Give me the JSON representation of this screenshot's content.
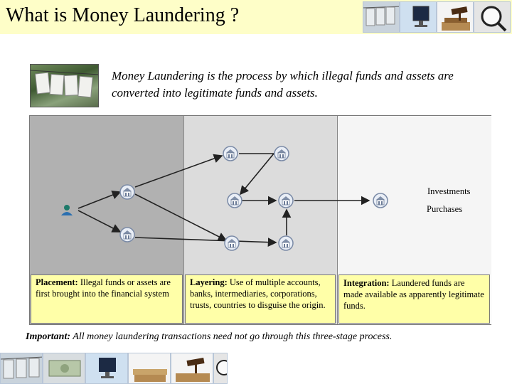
{
  "slide": {
    "title": "What is Money Laundering ?",
    "definition": "Money Laundering is the process by which illegal funds and assets are converted into legitimate funds and assets.",
    "note_prefix": "Important:",
    "note_text": " All money laundering transactions need not go through this three-stage process."
  },
  "stages": [
    {
      "name": "Placement:",
      "text": " Illegal funds or assets are first brought into the financial system"
    },
    {
      "name": "Layering:",
      "text": " Use of multiple accounts, banks, intermediaries, corporations, trusts, countries to disguise the origin."
    },
    {
      "name": "Integration:",
      "text": " Laundered funds are made available as apparently legitimate funds."
    }
  ],
  "outcomes": {
    "investments": "Investments",
    "purchases": "Purchases"
  },
  "colors": {
    "title_bg": "#fefec8",
    "stage_bg": "#ffffa8",
    "placement_panel": "#b1b1b1",
    "layering_panel": "#dcdcdc",
    "integration_panel": "#f5f5f5"
  },
  "icons": [
    "laundry-money-icon",
    "computer-monitor-icon",
    "gavel-icon",
    "magnifier-icon",
    "person-icon",
    "bank-building-icon"
  ]
}
